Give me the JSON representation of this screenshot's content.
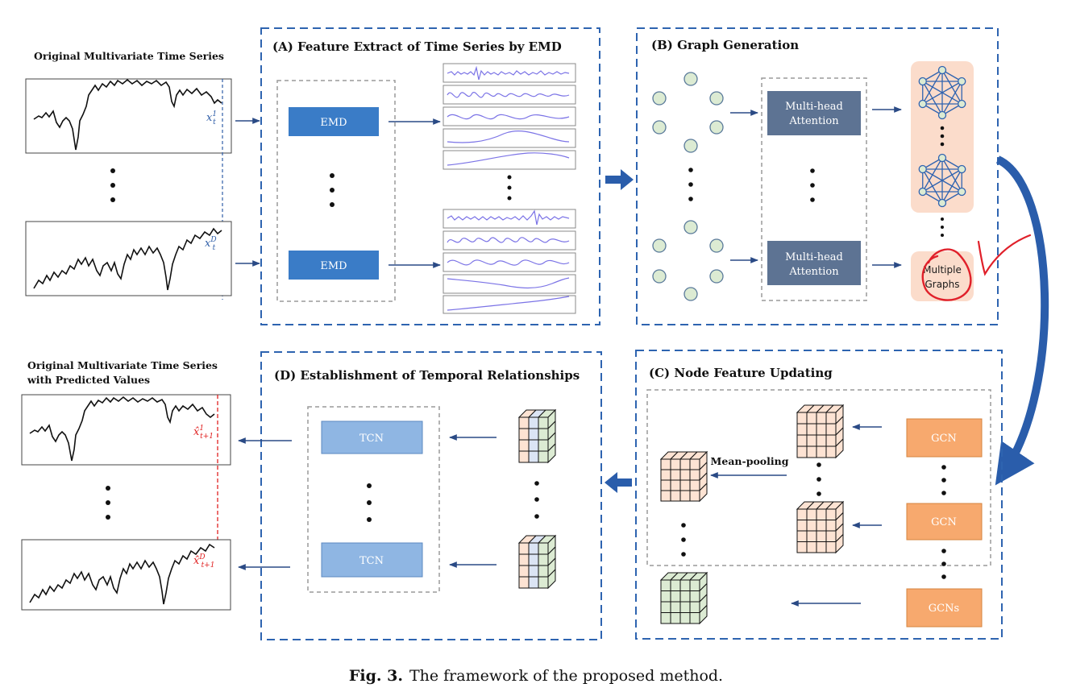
{
  "figure": {
    "caption_label": "Fig. 3.",
    "caption_text": "The framework of the proposed method."
  },
  "input_series": {
    "title": "Original Multivariate Time Series",
    "label_first": "x",
    "label_first_sup": "1",
    "label_first_sub": "t",
    "label_last": "x",
    "label_last_sup": "D",
    "label_last_sub": "t"
  },
  "output_series": {
    "title_line1": "Original Multivariate Time Series",
    "title_line2": "with Predicted Values",
    "label_first": "x̂",
    "label_first_sup": "1",
    "label_first_sub": "t+1",
    "label_last": "x̂",
    "label_last_sup": "D",
    "label_last_sub": "t+1"
  },
  "panel_a": {
    "title": "(A) Feature Extract of Time Series by EMD",
    "block_label": "EMD"
  },
  "panel_b": {
    "title": "(B) Graph Generation",
    "block_label_line1": "Multi-head",
    "block_label_line2": "Attention",
    "graphs_line1": "Multiple",
    "graphs_line2": "Graphs"
  },
  "panel_c": {
    "title": "(C) Node Feature Updating",
    "gcn_label": "GCN",
    "gcns_label": "GCNs",
    "pooling_label": "Mean-pooling"
  },
  "panel_d": {
    "title": "(D) Establishment of Temporal Relationships",
    "block_label": "TCN"
  },
  "colors": {
    "panel_border": "#2e64b0",
    "emd_block": "#3a7cc7",
    "attention_block": "#5d7393",
    "tcn_block": "#8fb6e3",
    "gcn_block": "#f7a96e",
    "node_fill": "#dcebd3",
    "graph_bg": "#fbdccb",
    "graph_color": "#2f63b0",
    "imf_line": "#7b73e6",
    "annotation_red": "#e0202a",
    "arrow": "#2a4a85"
  }
}
